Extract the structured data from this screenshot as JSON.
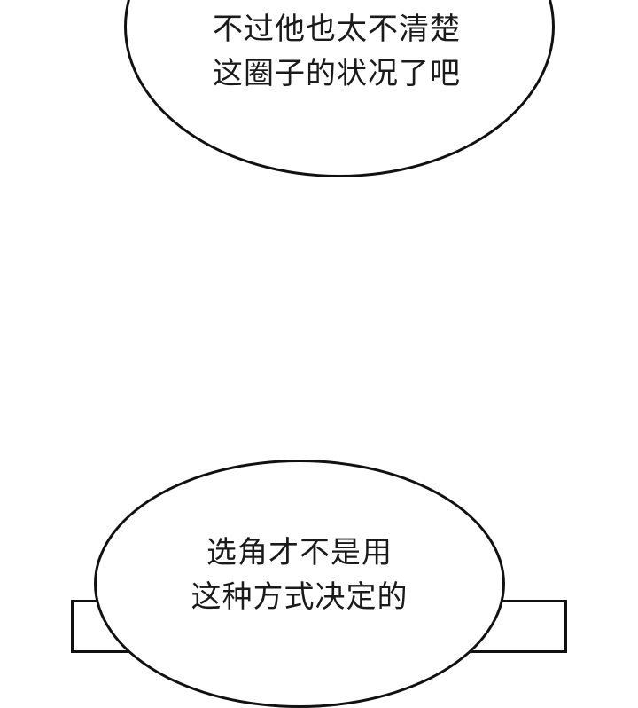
{
  "speech_bubbles": [
    {
      "lines": [
        "不过他也太不清楚",
        "这圈子的状况了吧"
      ]
    },
    {
      "lines": [
        "选角才不是用",
        "这种方式决定的"
      ]
    }
  ]
}
